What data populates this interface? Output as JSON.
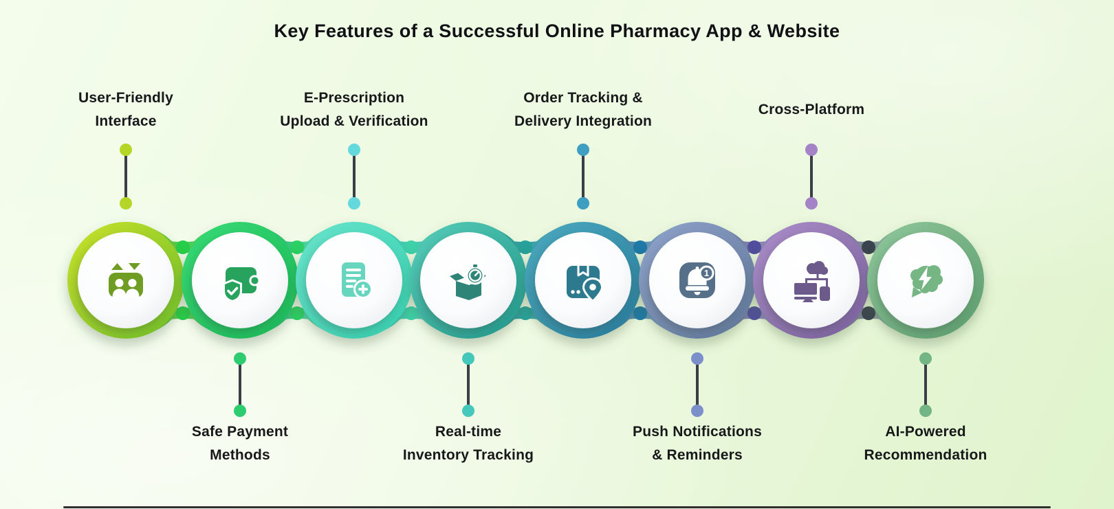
{
  "title": "Key Features of a Successful Online Pharmacy App & Website",
  "connector": {
    "line_color": "#3a3f46"
  },
  "decor": {
    "bottom_line_color": "#2f2f2f"
  },
  "features": [
    {
      "name": "user-friendly-interface",
      "label_line1": "User-Friendly",
      "label_line2": "Interface",
      "label_position": "top",
      "icon": "users-panel-icon",
      "ring_from": "#c6e02a",
      "ring_to": "#72c02c",
      "icon_color": "#6f9d23",
      "dot_color": "#b5d626"
    },
    {
      "name": "safe-payment-methods",
      "label_line1": "Safe Payment",
      "label_line2": "Methods",
      "label_position": "bottom",
      "icon": "wallet-shield-icon",
      "ring_from": "#36d974",
      "ring_to": "#1cb95a",
      "icon_color": "#27a35d",
      "dot_color": "#2ecc71"
    },
    {
      "name": "e-prescription-upload-verification",
      "label_line1": "E-Prescription",
      "label_line2": "Upload & Verification",
      "label_position": "top",
      "icon": "prescription-document-icon",
      "ring_from": "#66e3ca",
      "ring_to": "#38cfb0",
      "icon_color": "#68d5bf",
      "dot_color": "#63d9dd"
    },
    {
      "name": "real-time-inventory-tracking",
      "label_line1": "Real-time",
      "label_line2": "Inventory Tracking",
      "label_position": "bottom",
      "icon": "inventory-box-timer-icon",
      "ring_from": "#55cbb7",
      "ring_to": "#259a8e",
      "icon_color": "#2e8577",
      "dot_color": "#45c8bc"
    },
    {
      "name": "order-tracking-delivery-integration",
      "label_line1": "Order Tracking &",
      "label_line2": "Delivery Integration",
      "label_position": "top",
      "icon": "parcel-location-icon",
      "ring_from": "#4aa8bd",
      "ring_to": "#2a7e9e",
      "icon_color": "#2d7a8e",
      "dot_color": "#3f9fc0"
    },
    {
      "name": "push-notifications-reminders",
      "label_line1": "Push Notifications",
      "label_line2": "& Reminders",
      "label_position": "bottom",
      "icon": "notification-bell-icon",
      "badge_text": "1",
      "ring_from": "#8ea2c9",
      "ring_to": "#61789b",
      "icon_color": "#56708a",
      "dot_color": "#7b90cb"
    },
    {
      "name": "cross-platform",
      "label_line1": "Cross-Platform",
      "label_line2": "",
      "label_position": "top",
      "icon": "cloud-devices-icon",
      "ring_from": "#a98cc8",
      "ring_to": "#7c629e",
      "icon_color": "#6b5a8a",
      "dot_color": "#a484c6"
    },
    {
      "name": "ai-powered-recommendation",
      "label_line1": "AI-Powered",
      "label_line2": "Recommendation",
      "label_position": "bottom",
      "icon": "ai-chat-bolt-icon",
      "ring_from": "#8dc69a",
      "ring_to": "#5f9f70",
      "icon_color": "#76b584",
      "dot_color": "#74b586"
    }
  ],
  "junctions": [
    {
      "between": "user-friendly-interface/safe-payment-methods",
      "color": "#27cf49"
    },
    {
      "between": "safe-payment-methods/e-prescription-upload-verification",
      "color": "#2bd163"
    },
    {
      "between": "e-prescription-upload-verification/real-time-inventory-tracking",
      "color": "#3ed2ab"
    },
    {
      "between": "real-time-inventory-tracking/order-tracking-delivery-integration",
      "color": "#27a29b"
    },
    {
      "between": "order-tracking-delivery-integration/push-notifications-reminders",
      "color": "#1e7aa8"
    },
    {
      "between": "push-notifications-reminders/cross-platform",
      "color": "#514f9e"
    },
    {
      "between": "cross-platform/ai-powered-recommendation",
      "color": "#3a444e"
    }
  ]
}
